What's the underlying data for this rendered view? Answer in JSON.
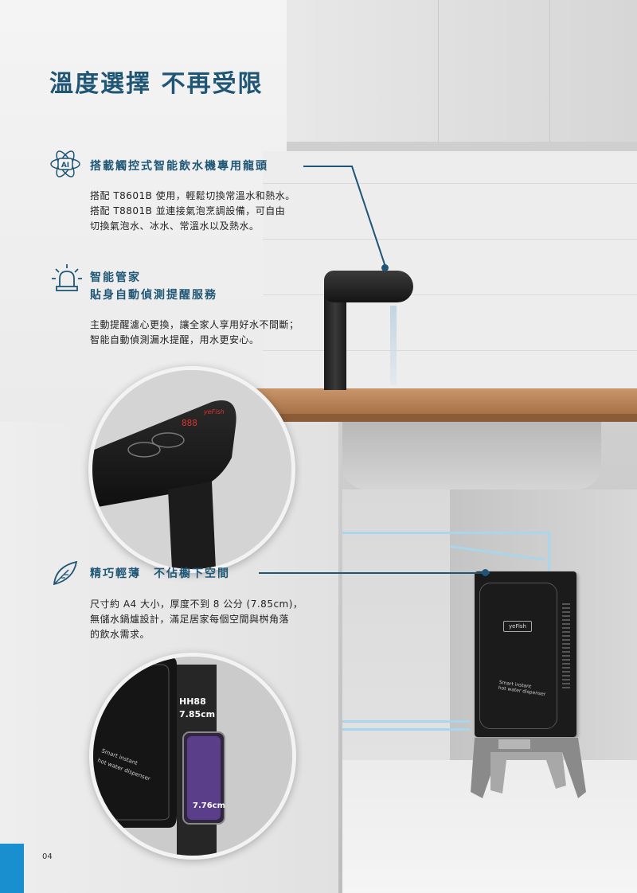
{
  "page": {
    "title": "溫度選擇 不再受限",
    "page_number": "04",
    "accent_color": "#1f5676",
    "tab_color": "#1a8fd0"
  },
  "features": [
    {
      "icon": "ai-atom-icon",
      "heading": "搭載觸控式智能飲水機專用龍頭",
      "lines": [
        "搭配 T8601B 使用，輕鬆切換常溫水和熱水。",
        "搭配 T8801B 並連接氣泡烹調設備，可自由",
        "切換氣泡水、冰水、常溫水以及熱水。"
      ]
    },
    {
      "icon": "alarm-light-icon",
      "heading_line1": "智能管家",
      "heading_line2": "貼身自動偵測提醒服務",
      "lines": [
        "主動提醒濾心更換，讓全家人享用好水不間斷；",
        "智能自動偵測漏水提醒，用水更安心。"
      ]
    },
    {
      "icon": "feather-icon",
      "heading": "精巧輕薄　不佔櫥下空間",
      "lines": [
        "尺寸約 A4 大小，厚度不到 8 公分 (7.85cm)，",
        "無儲水鍋爐設計，滿足居家每個空間與桝角落",
        "的飲水需求。"
      ]
    }
  ],
  "product_labels": {
    "faucet_display": "888",
    "brand": "yeFish",
    "dispenser_line1": "Smart instant",
    "dispenser_line2": "hot water dispenser",
    "dimension_depth": "7.85cm",
    "dimension_phone": "7.76cm",
    "dimension_tag": "HH88"
  }
}
